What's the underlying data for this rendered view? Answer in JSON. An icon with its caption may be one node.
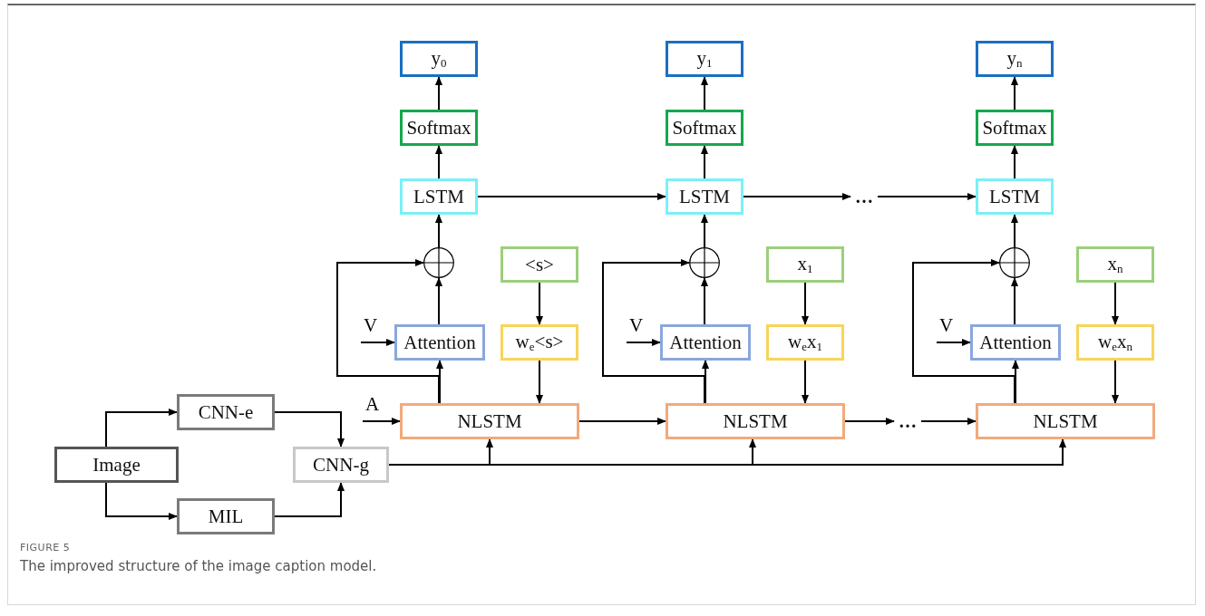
{
  "diagram": {
    "caption": "The improved structure of the image caption model.",
    "nodes": [
      {
        "text": [
          "Image"
        ]
      },
      {
        "text": [
          "CNN-e"
        ]
      },
      {
        "text": [
          "MIL"
        ]
      },
      {
        "text": [
          "CNN-g"
        ]
      },
      {
        "text": [
          "y$_{0}$"
        ]
      },
      {
        "text": [
          "Softmax"
        ]
      },
      {
        "text": [
          "LSTM"
        ]
      },
      {
        "text": [],
        "shape": "circle"
      },
      {
        "text": [
          "Attention"
        ]
      },
      {
        "text": [
          "<s>"
        ]
      },
      {
        "text": [
          "w$_{e}$<s>"
        ]
      },
      {
        "text": [
          "NLSTM"
        ]
      },
      {
        "text": [
          "y$_{1}$"
        ]
      },
      {
        "text": [
          "Softmax"
        ]
      },
      {
        "text": [
          "LSTM"
        ]
      },
      {
        "text": [],
        "shape": "circle"
      },
      {
        "text": [
          "Attention"
        ]
      },
      {
        "text": [
          "x$_{1}$"
        ]
      },
      {
        "text": [
          "w$_{e}$x$_{1}$"
        ]
      },
      {
        "text": [
          "NLSTM"
        ]
      },
      {
        "text": [
          "y$_{n}$"
        ]
      },
      {
        "text": [
          "Softmax"
        ]
      },
      {
        "text": [
          "LSTM"
        ]
      },
      {
        "text": [],
        "shape": "circle"
      },
      {
        "text": [
          "Attention"
        ]
      },
      {
        "text": [
          "x$_{n}$"
        ]
      },
      {
        "text": [
          "w$_{e}$x$_{n}$"
        ]
      },
      {
        "text": [
          "NLSTM"
        ]
      },
      {
        "text": [
          "…"
        ]
      },
      {
        "text": [
          "…"
        ]
      }
    ],
    "edges": [
      {
        "from": 0,
        "to": 1,
        "arrow": "to"
      },
      {
        "from": 0,
        "to": 2,
        "arrow": "to"
      },
      {
        "from": 1,
        "to": 3,
        "arrow": "to"
      },
      {
        "from": 2,
        "to": 3,
        "arrow": "to"
      },
      {
        "from": 3,
        "to": 11,
        "arrow": "to"
      },
      {
        "from": 3,
        "to": 19,
        "arrow": "to"
      },
      {
        "from": 3,
        "to": 27,
        "arrow": "to"
      },
      {
        "from": null,
        "to": 11,
        "arrow": "to",
        "label": "A"
      },
      {
        "from": 11,
        "to": 8,
        "arrow": "to"
      },
      {
        "from": 11,
        "to": 7,
        "arrow": "to"
      },
      {
        "from": 8,
        "to": 7,
        "arrow": "to"
      },
      {
        "from": null,
        "to": 8,
        "arrow": "to",
        "label": "V"
      },
      {
        "from": 9,
        "to": 10,
        "arrow": "to"
      },
      {
        "from": 10,
        "to": 11,
        "arrow": "to"
      },
      {
        "from": 7,
        "to": 6,
        "arrow": "to"
      },
      {
        "from": 6,
        "to": 5,
        "arrow": "to"
      },
      {
        "from": 5,
        "to": 4,
        "arrow": "to"
      },
      {
        "from": 6,
        "to": 14,
        "arrow": "to"
      },
      {
        "from": 11,
        "to": 19,
        "arrow": "to"
      },
      {
        "from": 19,
        "to": 16,
        "arrow": "to"
      },
      {
        "from": 19,
        "to": 15,
        "arrow": "to"
      },
      {
        "from": 16,
        "to": 15,
        "arrow": "to"
      },
      {
        "from": null,
        "to": 16,
        "arrow": "to",
        "label": "V"
      },
      {
        "from": 17,
        "to": 18,
        "arrow": "to"
      },
      {
        "from": 18,
        "to": 19,
        "arrow": "to"
      },
      {
        "from": 15,
        "to": 14,
        "arrow": "to"
      },
      {
        "from": 14,
        "to": 13,
        "arrow": "to"
      },
      {
        "from": 13,
        "to": 12,
        "arrow": "to"
      },
      {
        "from": 14,
        "to": 28,
        "arrow": "to"
      },
      {
        "from": 28,
        "to": 22,
        "arrow": "to"
      },
      {
        "from": 19,
        "to": 29,
        "arrow": "to"
      },
      {
        "from": 29,
        "to": 27,
        "arrow": "to"
      },
      {
        "from": 27,
        "to": 24,
        "arrow": "to"
      },
      {
        "from": 27,
        "to": 23,
        "arrow": "to"
      },
      {
        "from": 24,
        "to": 23,
        "arrow": "to"
      },
      {
        "from": null,
        "to": 24,
        "arrow": "to",
        "label": "V"
      },
      {
        "from": 25,
        "to": 26,
        "arrow": "to"
      },
      {
        "from": 26,
        "to": 27,
        "arrow": "to"
      },
      {
        "from": 23,
        "to": 22,
        "arrow": "to"
      },
      {
        "from": 22,
        "to": 21,
        "arrow": "to"
      },
      {
        "from": 21,
        "to": 20,
        "arrow": "to"
      }
    ],
    "labels": [
      "FIGURE 5"
    ]
  }
}
